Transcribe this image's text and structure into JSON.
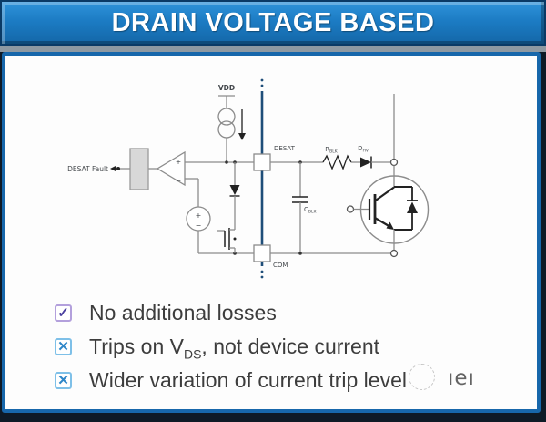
{
  "title": "DRAIN VOLTAGE BASED",
  "circuit": {
    "vdd": "VDD",
    "desat_pin": "DESAT",
    "com_pin": "COM",
    "fault_label": "DESAT Fault",
    "resistor": {
      "base": "R",
      "sub": "BLK"
    },
    "hv_diode": {
      "base": "D",
      "sub": "HV"
    },
    "capacitor": {
      "base": "C",
      "sub": "BLK"
    },
    "comparator": {
      "plus": "+",
      "minus": "−"
    },
    "reference": {
      "plus": "+",
      "minus": "−"
    }
  },
  "bullets": [
    {
      "mark": "✓",
      "style": "check",
      "pre": "No additional losses",
      "sub": "",
      "post": ""
    },
    {
      "mark": "✕",
      "style": "x",
      "pre": "Trips on V",
      "sub": "DS",
      "post": ", not device current"
    },
    {
      "mark": "✕",
      "style": "x",
      "pre": "Wider variation of current trip level",
      "sub": "",
      "post": ""
    }
  ],
  "watermark": "ıeı",
  "colors": {
    "accent_blue": "#1767ab",
    "title_blue": "#1c7cc4",
    "barrier_navy": "#1f4e79",
    "check_purple": "#4a3f9f",
    "x_blue": "#2e86c8"
  }
}
